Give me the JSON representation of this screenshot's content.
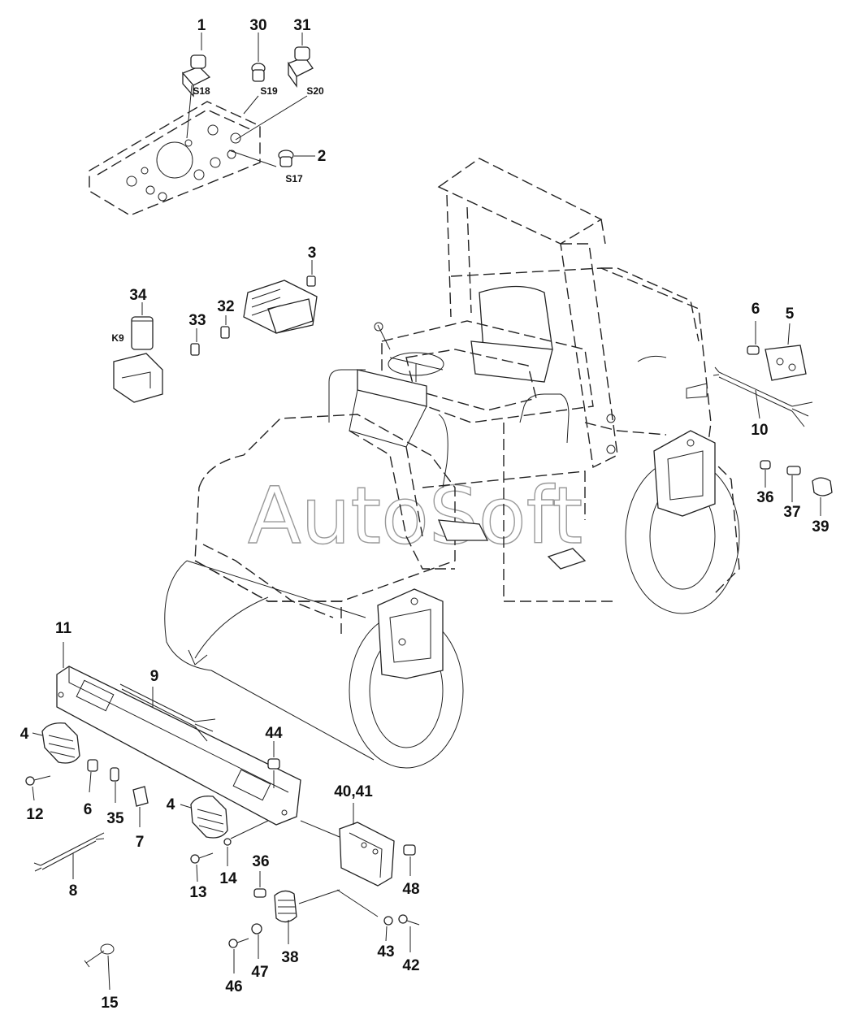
{
  "watermark": "AutoSoft",
  "callouts": [
    {
      "id": "1",
      "text": "1"
    },
    {
      "id": "30",
      "text": "30"
    },
    {
      "id": "31",
      "text": "31"
    },
    {
      "id": "2",
      "text": "2"
    },
    {
      "id": "3",
      "text": "3"
    },
    {
      "id": "34",
      "text": "34"
    },
    {
      "id": "33",
      "text": "33"
    },
    {
      "id": "32",
      "text": "32"
    },
    {
      "id": "6a",
      "text": "6"
    },
    {
      "id": "5",
      "text": "5"
    },
    {
      "id": "10",
      "text": "10"
    },
    {
      "id": "36a",
      "text": "36"
    },
    {
      "id": "37",
      "text": "37"
    },
    {
      "id": "39",
      "text": "39"
    },
    {
      "id": "11",
      "text": "11"
    },
    {
      "id": "9",
      "text": "9"
    },
    {
      "id": "4a",
      "text": "4"
    },
    {
      "id": "12",
      "text": "12"
    },
    {
      "id": "6b",
      "text": "6"
    },
    {
      "id": "35",
      "text": "35"
    },
    {
      "id": "7",
      "text": "7"
    },
    {
      "id": "44",
      "text": "44"
    },
    {
      "id": "4b",
      "text": "4"
    },
    {
      "id": "40-41",
      "text": "40,41"
    },
    {
      "id": "8",
      "text": "8"
    },
    {
      "id": "13",
      "text": "13"
    },
    {
      "id": "14",
      "text": "14"
    },
    {
      "id": "36b",
      "text": "36"
    },
    {
      "id": "48",
      "text": "48"
    },
    {
      "id": "43",
      "text": "43"
    },
    {
      "id": "42",
      "text": "42"
    },
    {
      "id": "38",
      "text": "38"
    },
    {
      "id": "47",
      "text": "47"
    },
    {
      "id": "46",
      "text": "46"
    },
    {
      "id": "15",
      "text": "15"
    }
  ],
  "switch_codes": [
    {
      "id": "S18",
      "text": "S18"
    },
    {
      "id": "S19",
      "text": "S19"
    },
    {
      "id": "S20",
      "text": "S20"
    },
    {
      "id": "S17",
      "text": "S17"
    },
    {
      "id": "K9",
      "text": "K9"
    }
  ]
}
